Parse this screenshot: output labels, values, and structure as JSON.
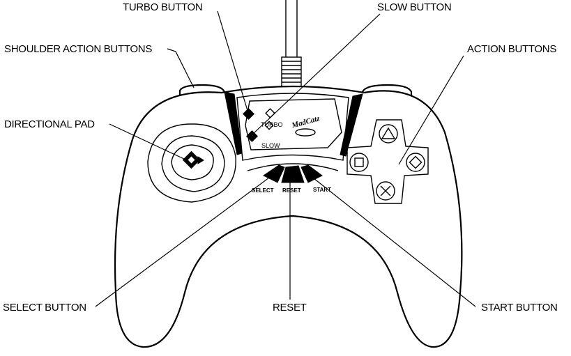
{
  "labels": {
    "turbo_button": "TURBO BUTTON",
    "slow_button": "SLOW BUTTON",
    "shoulder_action_buttons": "SHOULDER ACTION BUTTONS",
    "action_buttons": "ACTION BUTTONS",
    "directional_pad": "DIRECTIONAL PAD",
    "select_button": "SELECT BUTTON",
    "reset": "RESET",
    "start_button": "START BUTTON"
  },
  "controller": {
    "turbo": "TURBO",
    "slow": "SLOW",
    "select": "SELECT",
    "reset": "RESET",
    "start": "START",
    "logo": "MadCatz"
  },
  "icons": [
    "triangle-icon",
    "square-icon",
    "circle-icon",
    "cross-icon",
    "arrow-diamond-icon"
  ]
}
